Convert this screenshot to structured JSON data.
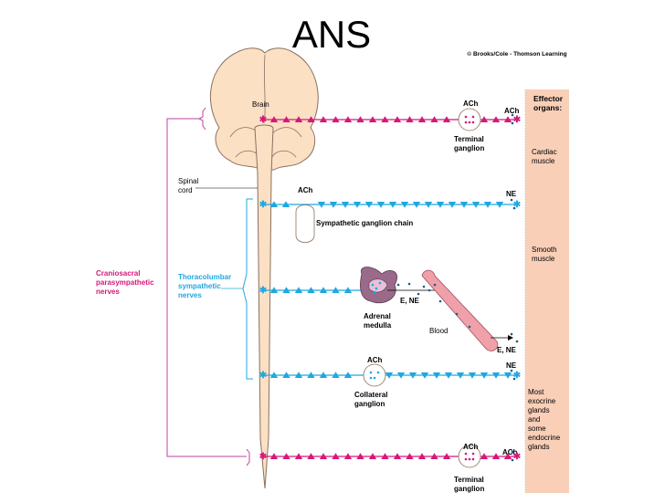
{
  "title": "ANS",
  "copyright": "© Brooks/Cole - Thomson Learning",
  "effector_panel": {
    "heading_line1": "Effector",
    "heading_line2": "organs:",
    "cardiac_line1": "Cardiac",
    "cardiac_line2": "muscle",
    "smooth_line1": "Smooth",
    "smooth_line2": "muscle",
    "glands_lines": [
      "Most",
      "exocrine",
      "glands",
      "and",
      "some",
      "endocrine",
      "glands"
    ]
  },
  "labels": {
    "brain": "Brain",
    "spinal_line1": "Spinal",
    "spinal_line2": "cord",
    "cranio_line1": "Craniosacral",
    "cranio_line2": "parasympathetic",
    "cranio_line3": "nerves",
    "thoraco_line1": "Thoracolumbar",
    "thoraco_line2": "sympathetic",
    "thoraco_line3": "nerves",
    "sympathetic_chain": "Sympathetic ganglion chain",
    "adrenal_line1": "Adrenal",
    "adrenal_line2": "medulla",
    "blood": "Blood",
    "e_ne_adrenal": "E, NE",
    "e_ne_blood": "E, NE",
    "collateral_line1": "Collateral",
    "collateral_line2": "ganglion",
    "terminal_top_line1": "Terminal",
    "terminal_top_line2": "ganglion",
    "terminal_bottom_line1": "Terminal",
    "terminal_bottom_line2": "ganglion"
  },
  "neurotransmitters": {
    "ach_top_ganglion": "ACh",
    "ach_top_effector": "ACh",
    "ach_chain": "ACh",
    "ne_chain": "NE",
    "ach_collateral": "ACh",
    "ne_collateral": "NE",
    "ach_bottom_ganglion": "ACh",
    "ach_bottom_effector": "ACh"
  },
  "colors": {
    "parasympathetic": "#d6187a",
    "sympathetic": "#1fa8e0",
    "cord_fill": "#fbe0c4",
    "cord_stroke": "#8a7060",
    "effector_fill": "#f9cfb8",
    "adrenal_fill": "#9a6a8a",
    "blood_fill": "#f0a0a8",
    "bracket": "#c040a0"
  }
}
